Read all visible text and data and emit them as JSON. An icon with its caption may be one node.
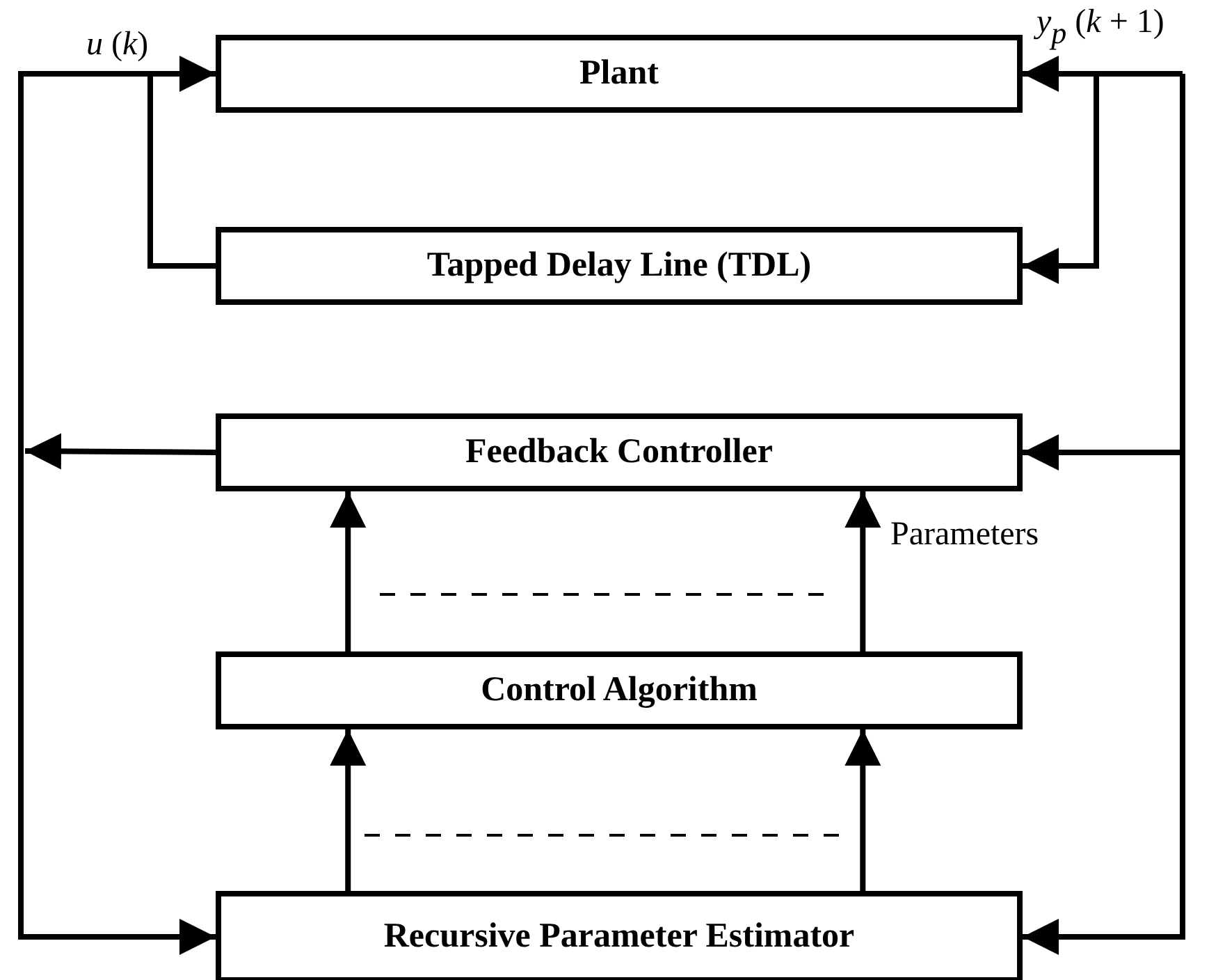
{
  "diagram": {
    "nodes": [
      {
        "text": [
          "Plant"
        ]
      },
      {
        "text": [
          "Tapped Delay Line (TDL)"
        ]
      },
      {
        "text": [
          "Feedback Controller"
        ]
      },
      {
        "text": [
          "Control Algorithm"
        ]
      },
      {
        "text": [
          "Recursive Parameter Estimator"
        ]
      }
    ],
    "edges": [
      {
        "from": 3,
        "to": 2,
        "arrow": "to"
      },
      {
        "from": 3,
        "to": 2,
        "arrow": "to"
      },
      {
        "from": 4,
        "to": 3,
        "arrow": "to"
      },
      {
        "from": 4,
        "to": 3,
        "arrow": "to"
      },
      {
        "from": 2,
        "to": null,
        "arrow": "to"
      },
      {
        "from": null,
        "to": 0,
        "arrow": "to"
      },
      {
        "from": null,
        "to": 4,
        "arrow": "to"
      },
      {
        "from": null,
        "to": 1,
        "arrow": "none"
      },
      {
        "from": null,
        "to": 0,
        "arrow": "to"
      },
      {
        "from": null,
        "to": 1,
        "arrow": "to"
      },
      {
        "from": null,
        "to": 2,
        "arrow": "to"
      },
      {
        "from": null,
        "to": 4,
        "arrow": "to"
      }
    ],
    "labels": [
      "*u* (*k*)",
      "*y*$_{p}$ (*k* + 1)",
      "Parameters"
    ]
  }
}
